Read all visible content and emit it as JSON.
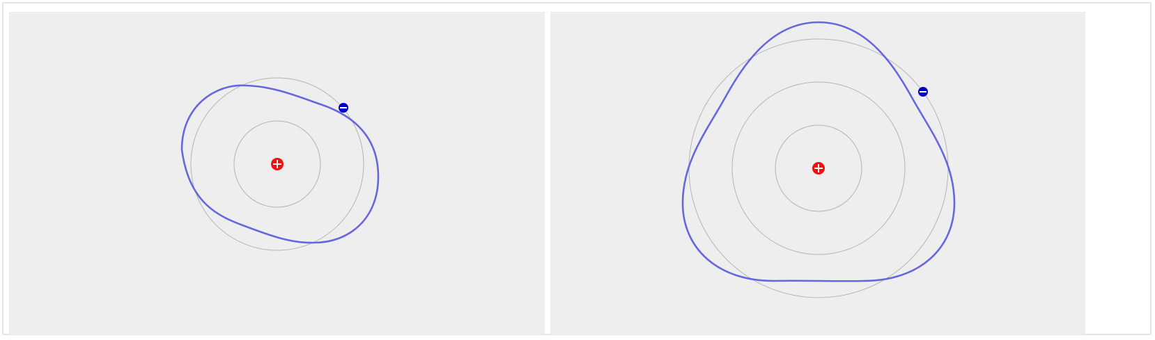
{
  "colors": {
    "panel_background": "#eeeeee",
    "orbit_ring": "#b4b4b4",
    "wave": "#6666dd",
    "nucleus": "#ee1111",
    "electron": "#0000cc"
  },
  "icons": {
    "nucleus": "plus-sign",
    "electron": "minus-sign"
  },
  "panels": [
    {
      "name": "atom-model-left",
      "ring_count": 2,
      "wave_standing_periods": 2,
      "electron_on_ring": 2
    },
    {
      "name": "atom-model-right",
      "ring_count": 3,
      "wave_standing_periods": 3,
      "electron_on_ring": 3
    }
  ]
}
